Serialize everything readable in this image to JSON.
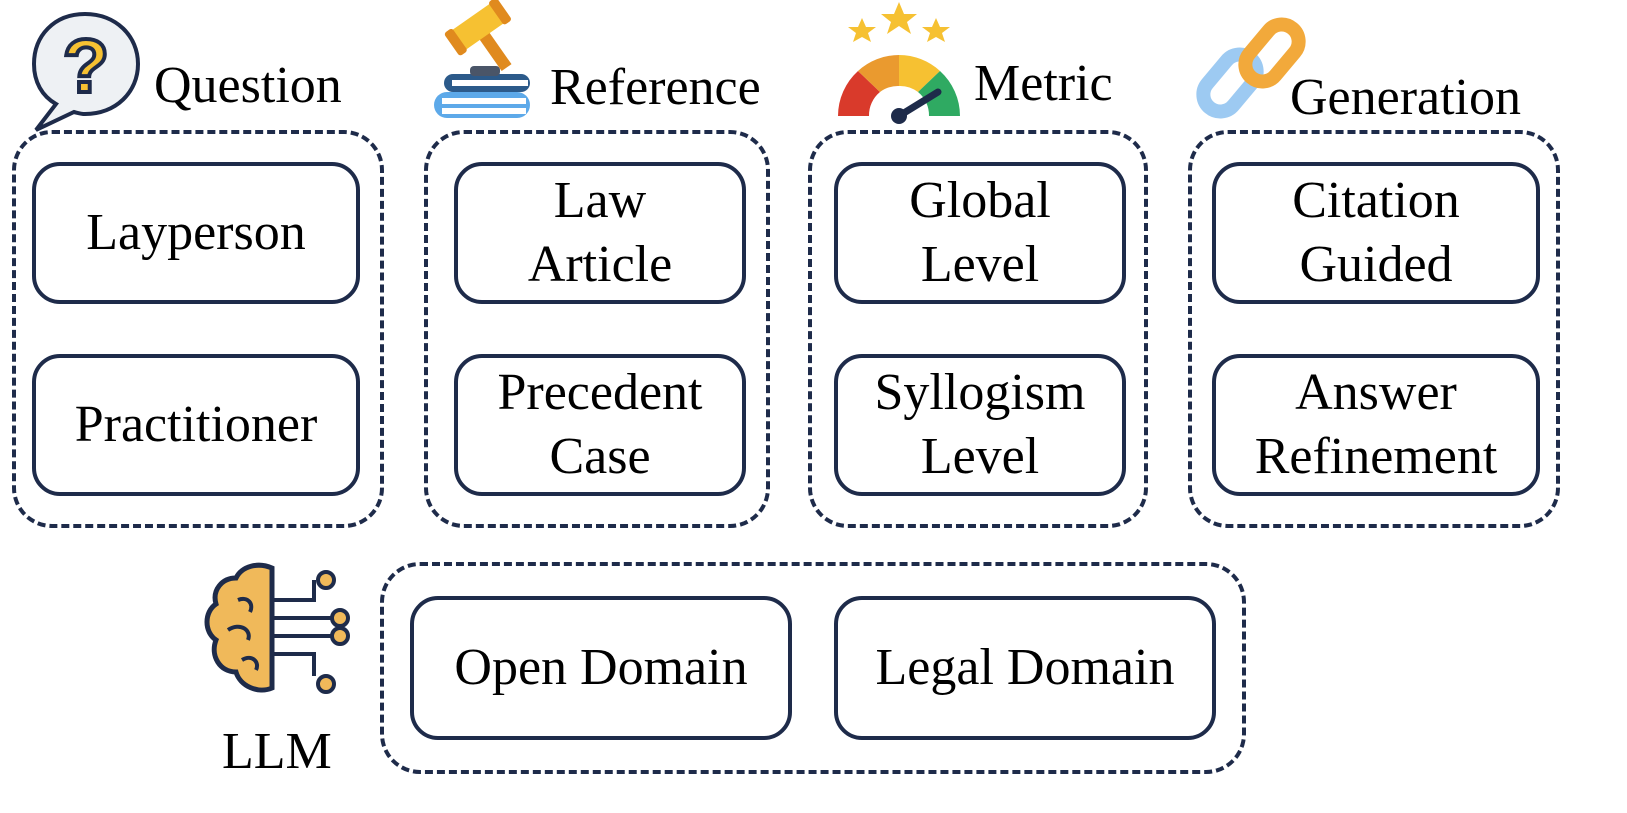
{
  "categories": {
    "question": {
      "title": "Question",
      "icon": "question-bubble-icon",
      "items": [
        "Layperson",
        "Practitioner"
      ]
    },
    "reference": {
      "title": "Reference",
      "icon": "gavel-books-icon",
      "items": [
        [
          "Law",
          "Article"
        ],
        [
          "Precedent",
          "Case"
        ]
      ]
    },
    "metric": {
      "title": "Metric",
      "icon": "gauge-stars-icon",
      "items": [
        [
          "Global",
          "Level"
        ],
        [
          "Syllogism",
          "Level"
        ]
      ]
    },
    "generation": {
      "title": "Generation",
      "icon": "chain-link-icon",
      "items": [
        [
          "Citation",
          "Guided"
        ],
        [
          "Answer",
          "Refinement"
        ]
      ]
    }
  },
  "llm": {
    "label": "LLM",
    "icon": "brain-circuit-icon",
    "items": [
      "Open Domain",
      "Legal Domain"
    ]
  },
  "colors": {
    "border": "#1e2b4a",
    "accent_orange": "#f2a93b",
    "brain_fill": "#f0b95a"
  }
}
